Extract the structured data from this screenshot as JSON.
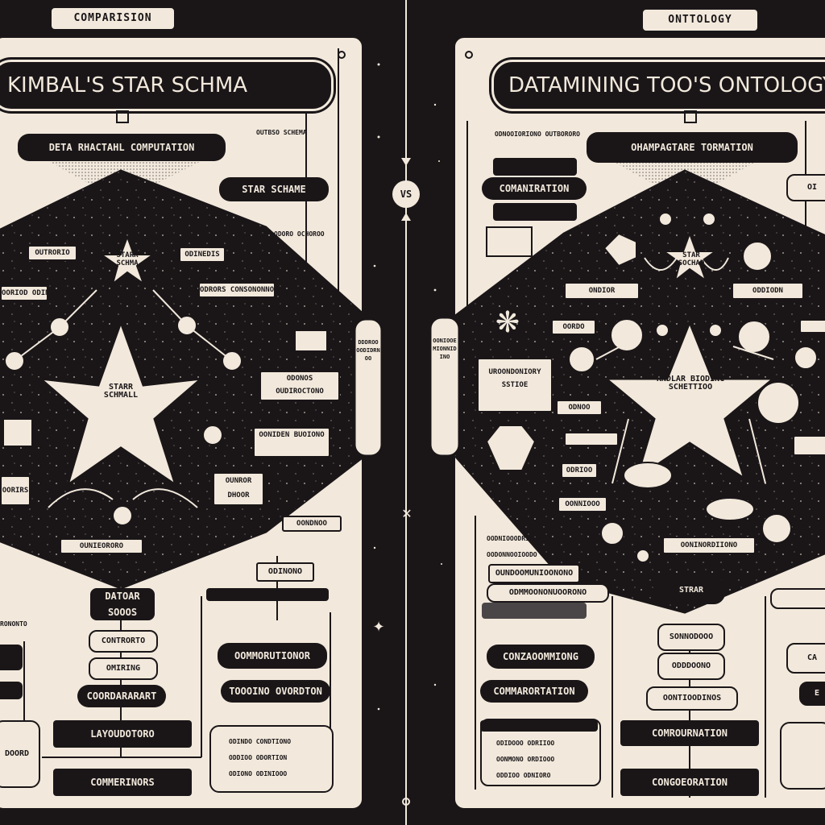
{
  "left": {
    "tab": "COMPARISION",
    "title": "KIMBAL'S STAR SCHMA",
    "heading": "DETA RHACTAHL COMPUTATION",
    "side_label": "STAR SCHAME",
    "small_top_right": "OUTBSO SCHEMA",
    "small_mid_right": "ODORO OCHOROO",
    "center_star_top": "STARR SCHMA",
    "center_star": "STARR SCHMALL",
    "nodes": [
      "OUTRORIO",
      "ODINEDIS",
      "ODRORS CONSONONNOS",
      "ODONOS OUDIROCTONO",
      "OONIDEN BUOIONO",
      "OORIOD ODINOONONO",
      "OUNROR DHOOR",
      "OUNIEORORO",
      "OORIRS",
      "OONDNOO"
    ],
    "vertical_label": "DDDROO OODIDRNOO",
    "bottom_top": "DATOAR SOOOS",
    "bottom_items": [
      "CONTRORTO",
      "OMIRING",
      "COORDARARART",
      "LAYOUDOTORO",
      "COMMERINORS"
    ],
    "right_bottom_items": [
      "ODINONO",
      "OOMMORUTIONOR",
      "TOOOINO OVORDTON"
    ],
    "legend_items": [
      "ODINDO CONDTIONO",
      "ODDIOO ODORTION",
      "ODIONO ODINIOOO"
    ],
    "left_small_items": [
      "RONONTO",
      "DOORD"
    ]
  },
  "right": {
    "tab": "ONTTOLOGY",
    "title": "DATAMINING TOO'S ONTOLOGY",
    "heading": "OHAMPAGTARE TORMATION",
    "side_label": "COMANIRATION",
    "left_top_text": "ODNOOIORIONO OUTBORORO",
    "center_star_top": "STAR SOCHAD",
    "center_star": "RNDLAR BIODING SCHETTIOO",
    "nodes": [
      "ONDIOR",
      "ODDIODN",
      "OORDO",
      "ODNOO",
      "ODRIOO",
      "OONNIOOO",
      "OONINORDIIONO"
    ],
    "box_label": "UROONDONIORY SSTIOE",
    "vertical_label": "OONIOOEMIONNIDINO",
    "star_badge": "STRAR",
    "bottom_items_right": [
      "SONNODOOO",
      "ODDDOONO"
    ],
    "bottom_items": [
      "CONZAOOMMIONG",
      "COMMARORTATION",
      "OONTIOODINOS",
      "COMROURNATION",
      "CONGOEORATION"
    ],
    "bar_labels": [
      "OUNDOOMUNIOONONO",
      "ODMMOONONUOORONO"
    ],
    "legend_items": [
      "ODIDOOO ODRIIOO",
      "OONMONO ORDIOOO",
      "ODDIOO ODNIORO"
    ],
    "left_list": [
      "OODNIOOODRIOO",
      "OODONNOOIOODO"
    ],
    "right_edge_items": [
      "OI",
      "CA",
      "E"
    ]
  },
  "center": {
    "vs_label": "VS"
  }
}
